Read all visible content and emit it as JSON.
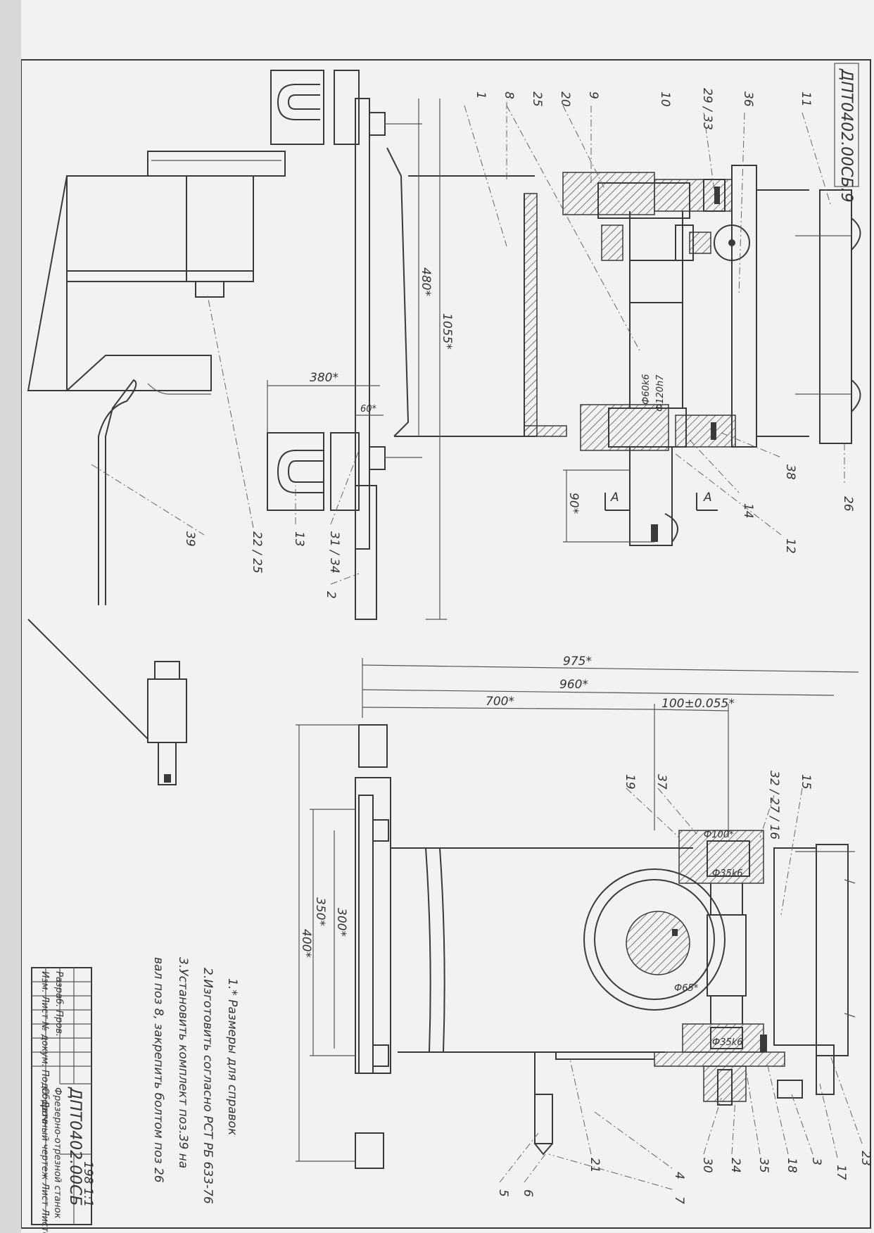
{
  "drawing": {
    "code_top": "ДПТ0402.00СБ.9",
    "code_block": "ДПТ0402.00СБ",
    "title_block_text": "Фрезерно-отрезной станок",
    "scale_info": "198  1:1",
    "title_block_small_1": "Изм. Лист № докум. Подп. Дата",
    "title_block_small_2": "Разраб. Пров.",
    "title_block_company": "Сборочный чертеж  Лист  Листов"
  },
  "notes": {
    "line1": "1.* Размеры для справок",
    "line2": "2.Изготовить согласно РСТ РБ 633-76",
    "line3": "3.Установить комплект поз.39 на",
    "line4": "вал поз 8, закрепить болтом поз 26"
  },
  "dimensions": {
    "d380": "380*",
    "d60": "60*",
    "d480": "480*",
    "d1055": "1055*",
    "d90": "90*",
    "d975": "975*",
    "d960": "960*",
    "d700": "700*",
    "d100": "100±0.055*",
    "d400": "400*",
    "d350": "350*",
    "d300": "300*",
    "phi100": "Ф100*",
    "phi60": "Ф60k6",
    "phi120": "Ф120h7",
    "phi65": "Ф65*",
    "phi35": "Ф35k6",
    "sectionA": "A"
  },
  "callouts": {
    "c1": "1",
    "c8": "8",
    "c25a": "25",
    "c20": "20",
    "c9": "9",
    "c10": "10",
    "c29_33": "29 / 33",
    "c36": "36",
    "c11": "11",
    "c38": "38",
    "c14": "14",
    "c12": "12",
    "c26": "26",
    "c13": "13",
    "c31_34": "31 / 34",
    "c2": "2",
    "c22_25": "22 / 25",
    "c39": "39",
    "c19": "19",
    "c37": "37",
    "c32": "32 / 27 / 16",
    "c15": "15",
    "c21": "21",
    "c30": "30",
    "c24": "24",
    "c35": "35",
    "c18": "18",
    "c3": "3",
    "c17": "17",
    "c23": "23",
    "c4": "4",
    "c5": "5",
    "c6": "6",
    "c7": "7"
  }
}
